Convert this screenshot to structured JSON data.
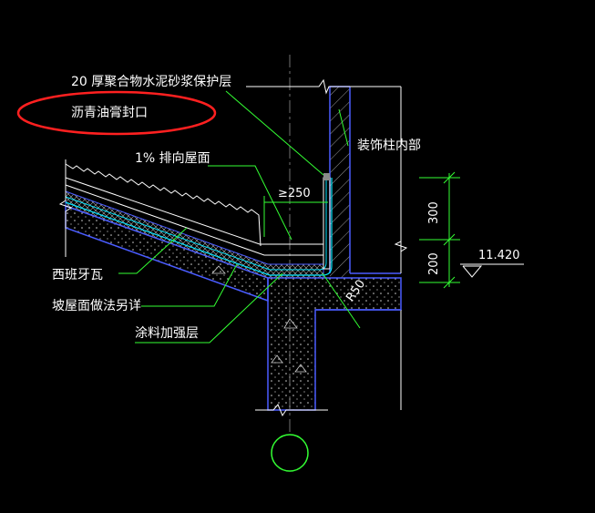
{
  "labels": {
    "mortar_layer": "20 厚聚合物水泥砂浆保护层",
    "asphalt_seal": "沥青油膏封口",
    "column_interior": "装饰柱内部",
    "slope": "1% 排向屋面",
    "spanish_tile": "西班牙瓦",
    "roof_practice": "坡屋面做法另详",
    "coating": "涂料加强层"
  },
  "dimensions": {
    "min_width": "≥250",
    "height_upper": "300",
    "height_lower": "200",
    "radius": "R50",
    "elevation": "11.420"
  },
  "colors": {
    "background": "#000000",
    "structure": "#4a5cff",
    "leader": "#33ff33",
    "text": "#ffffff",
    "highlight": "#ff2020",
    "membrane": "#00e5ff"
  }
}
